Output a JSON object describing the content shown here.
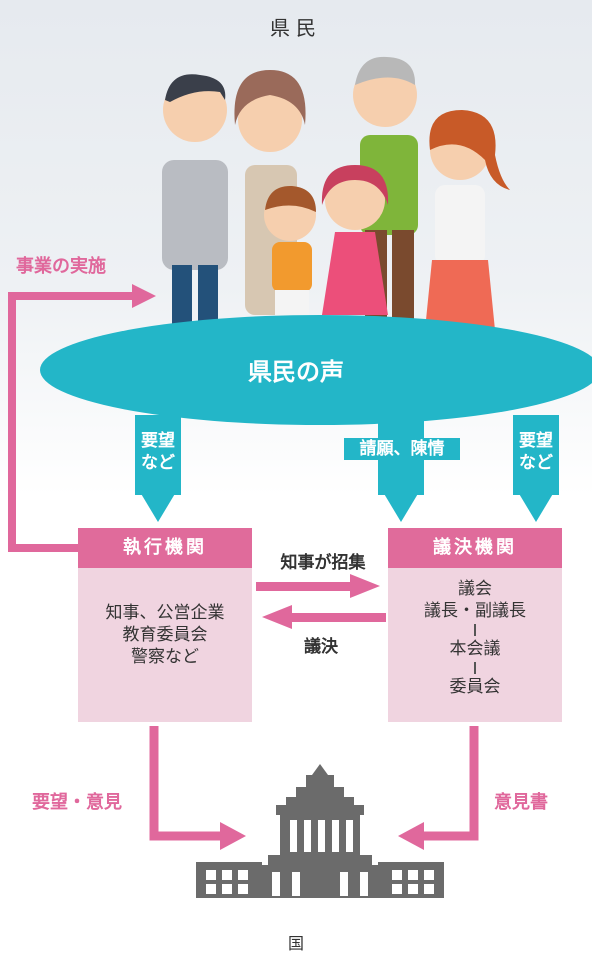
{
  "title": "県民",
  "voice": "県民の声",
  "arrow_labels": {
    "left_top": "要望",
    "left_bottom": "など",
    "center": "請願、陳情",
    "right_top": "要望",
    "right_bottom": "など"
  },
  "executive": {
    "title": "執行機関",
    "lines": [
      "知事、公営企業",
      "教育委員会",
      "警察など"
    ]
  },
  "legislative": {
    "title": "議決機関",
    "lines": [
      "議会",
      "議長・副議長",
      "本会議",
      "委員会"
    ]
  },
  "convene_label": "知事が招集",
  "decide_label": "議決",
  "business_label": "事業の実施",
  "request_label": "要望・意見",
  "opinion_label": "意見書",
  "bottom_label": "国"
}
